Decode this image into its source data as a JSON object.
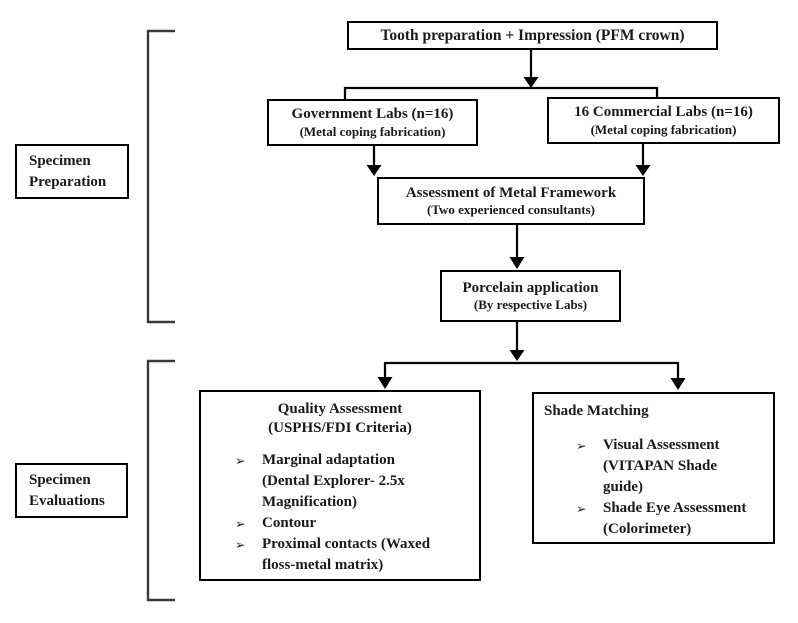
{
  "theme": {
    "background": "#ffffff",
    "text_color": "#1a1a1a",
    "line_color": "#000000",
    "bracket_color": "#3a3a3a"
  },
  "bullet_glyph": "➢",
  "sections": {
    "preparation": {
      "label": "Specimen\nPreparation"
    },
    "evaluations": {
      "label": "Specimen\nEvaluations"
    }
  },
  "nodes": {
    "tooth_preparation": {
      "title": "Tooth preparation + Impression (PFM crown)"
    },
    "government_labs": {
      "title": "Government Labs (n=16)",
      "subtitle": "(Metal coping fabrication)"
    },
    "commercial_labs": {
      "title": "16 Commercial Labs (n=16)",
      "subtitle": "(Metal coping fabrication)"
    },
    "metal_framework_assessment": {
      "title": "Assessment of Metal Framework",
      "subtitle": "(Two experienced consultants)"
    },
    "porcelain_application": {
      "title": "Porcelain application",
      "subtitle": "(By respective Labs)"
    },
    "quality_assessment": {
      "title": "Quality Assessment",
      "subtitle": "(USPHS/FDI Criteria)",
      "bullets": [
        "Marginal adaptation\n(Dental Explorer- 2.5x\nMagnification)",
        "Contour",
        "Proximal contacts (Waxed\nfloss-metal matrix)"
      ]
    },
    "shade_matching": {
      "title": "Shade Matching",
      "bullets": [
        "Visual Assessment\n(VITAPAN Shade\nguide)",
        "Shade Eye Assessment\n(Colorimeter)"
      ]
    }
  }
}
